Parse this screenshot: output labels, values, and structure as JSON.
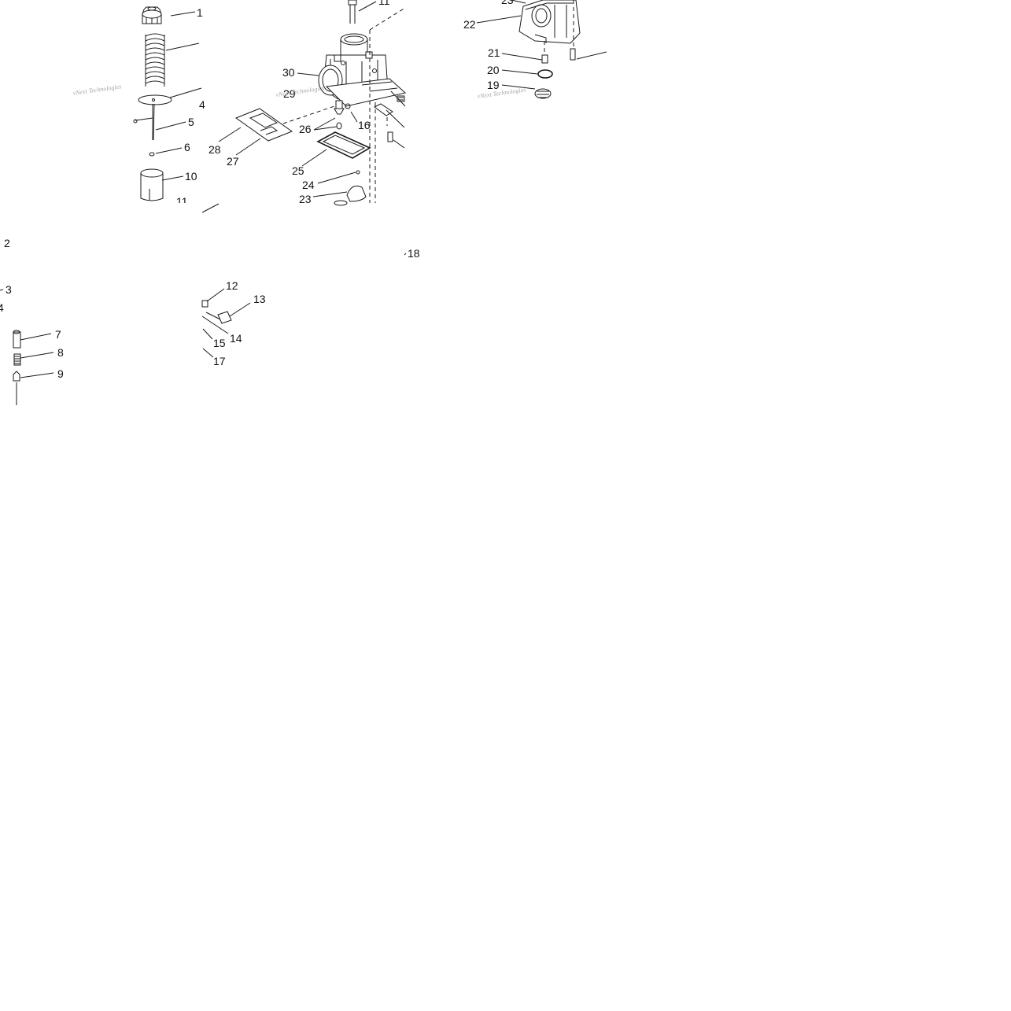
{
  "diagram": {
    "callouts": [
      "1",
      "2",
      "3",
      "4",
      "5",
      "6",
      "7",
      "8",
      "9",
      "10",
      "11",
      "12",
      "13",
      "14",
      "15",
      "16",
      "17",
      "18",
      "19",
      "20",
      "21",
      "22",
      "23",
      "24",
      "25",
      "26",
      "27",
      "28",
      "29",
      "30"
    ],
    "watermark_text": "vNext Technologies",
    "colors": {
      "line": "#1a1a1a",
      "text": "#111111",
      "watermark": "#a8a8a8",
      "background": "#ffffff"
    }
  }
}
